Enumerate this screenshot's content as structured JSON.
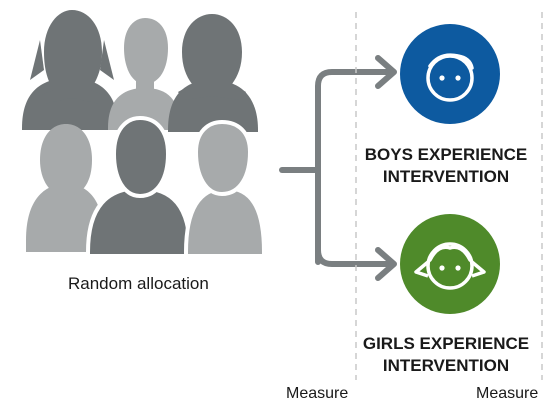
{
  "diagram": {
    "random_label": "Random allocation",
    "boys_line1": "BOYS EXPERIENCE",
    "boys_line2": "INTERVENTION",
    "girls_line1": "GIRLS EXPERIENCE",
    "girls_line2": "INTERVENTION",
    "measure_left": "Measure",
    "measure_right": "Measure",
    "icons": {
      "group": "children-group-icon",
      "boy": "boy-face-icon",
      "girl": "girl-face-icon"
    },
    "colors": {
      "boy_circle": "#0d5aa0",
      "girl_circle": "#4f8a2a",
      "silhouette_dark": "#6f7476",
      "silhouette_light": "#a7aaab",
      "arrow": "#7a7f81",
      "divider": "#c8c8c8"
    }
  }
}
